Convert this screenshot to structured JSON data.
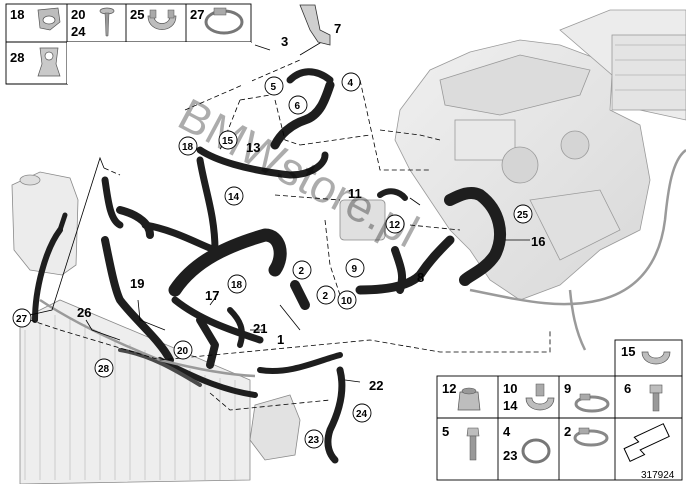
{
  "parts_legend_top": [
    {
      "id": "cell-18",
      "label": "18"
    },
    {
      "id": "cell-20-24",
      "label": "20",
      "label2": "24"
    },
    {
      "id": "cell-25",
      "label": "25"
    },
    {
      "id": "cell-27",
      "label": "27"
    },
    {
      "id": "cell-28",
      "label": "28"
    }
  ],
  "parts_legend_bottom": [
    {
      "id": "cell-15",
      "label": "15"
    },
    {
      "id": "cell-12",
      "label": "12"
    },
    {
      "id": "cell-10-14",
      "label": "10",
      "label2": "14"
    },
    {
      "id": "cell-9",
      "label": "9"
    },
    {
      "id": "cell-6",
      "label": "6"
    },
    {
      "id": "cell-5",
      "label": "5"
    },
    {
      "id": "cell-4-23",
      "label": "4",
      "label2": "23"
    },
    {
      "id": "cell-2",
      "label": "2"
    }
  ],
  "callouts_plain": [
    "1",
    "3",
    "7",
    "8",
    "11",
    "13",
    "16",
    "17",
    "19",
    "21",
    "22",
    "26"
  ],
  "callouts_circled": [
    "2",
    "2",
    "4",
    "5",
    "6",
    "9",
    "10",
    "12",
    "14",
    "15",
    "18",
    "18",
    "20",
    "23",
    "24",
    "25",
    "27",
    "28"
  ],
  "watermark": "BMWstore.pl",
  "diagram_ref": "317924",
  "colors": {
    "hose": "#1e1e1e",
    "engine": "#e6e6e6",
    "line": "#000000",
    "legend_border": "#000000"
  }
}
